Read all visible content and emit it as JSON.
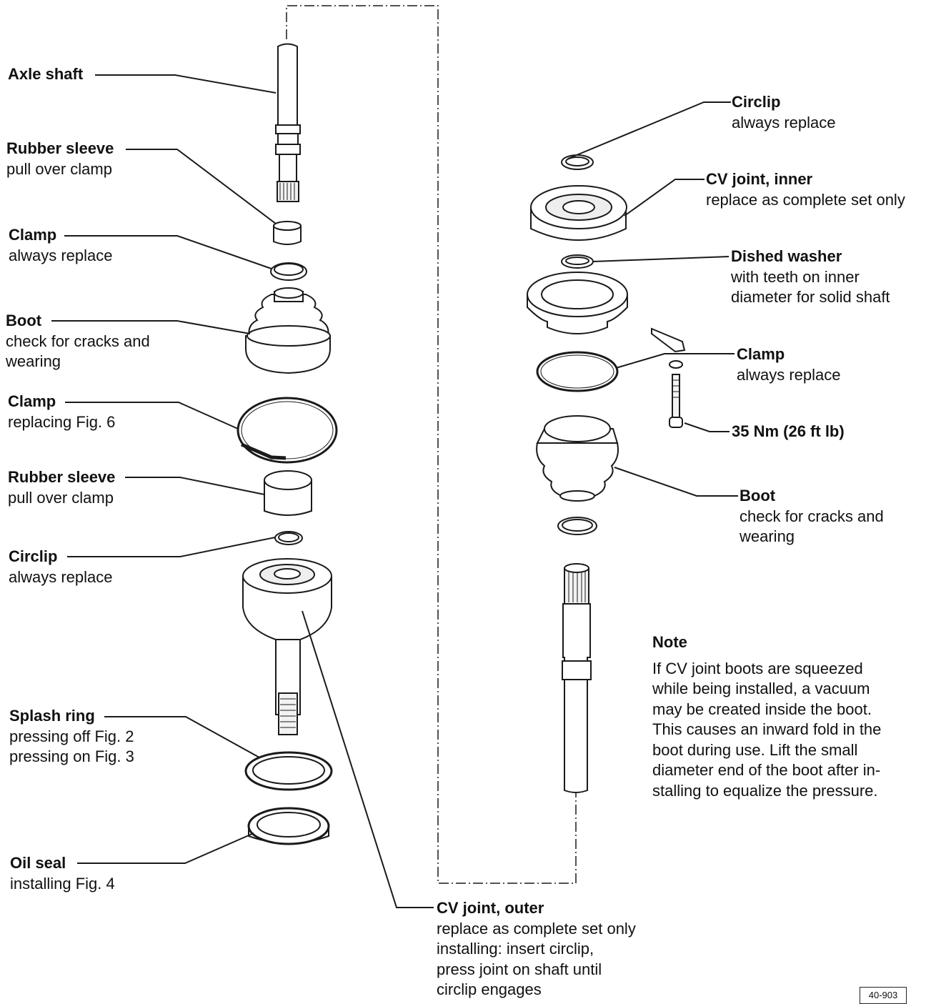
{
  "left_labels": [
    {
      "id": "axle-shaft",
      "title": "Axle shaft",
      "lines": []
    },
    {
      "id": "rubber-sleeve-1",
      "title": "Rubber sleeve",
      "lines": [
        "pull over clamp"
      ]
    },
    {
      "id": "clamp-1",
      "title": "Clamp",
      "lines": [
        "always replace"
      ]
    },
    {
      "id": "boot-1",
      "title": "Boot",
      "lines": [
        "check for cracks and",
        "wearing"
      ]
    },
    {
      "id": "clamp-2",
      "title": "Clamp",
      "lines": [
        "replacing Fig. 6"
      ]
    },
    {
      "id": "rubber-sleeve-2",
      "title": "Rubber sleeve",
      "lines": [
        "pull over clamp"
      ]
    },
    {
      "id": "circlip-1",
      "title": "Circlip",
      "lines": [
        "always replace"
      ]
    },
    {
      "id": "splash-ring",
      "title": "Splash ring",
      "lines": [
        "pressing off Fig. 2",
        "pressing on Fig. 3"
      ]
    },
    {
      "id": "oil-seal",
      "title": "Oil seal",
      "lines": [
        "installing Fig. 4"
      ]
    }
  ],
  "right_labels": [
    {
      "id": "circlip-2",
      "title": "Circlip",
      "lines": [
        "always replace"
      ]
    },
    {
      "id": "cv-inner",
      "title": "CV joint, inner",
      "lines": [
        "replace as complete set only"
      ]
    },
    {
      "id": "dished-washer",
      "title": "Dished washer",
      "lines": [
        "with teeth on inner",
        "diameter for solid shaft"
      ]
    },
    {
      "id": "clamp-3",
      "title": "Clamp",
      "lines": [
        "always replace"
      ]
    },
    {
      "id": "torque",
      "title": "35 Nm (26 ft lb)",
      "lines": []
    },
    {
      "id": "boot-2",
      "title": "Boot",
      "lines": [
        "check for cracks and",
        "wearing"
      ]
    }
  ],
  "bottom_label": {
    "id": "cv-outer",
    "title": "CV joint, outer",
    "lines": [
      "replace as complete set only",
      "installing: insert circlip,",
      "press joint on shaft until",
      "circlip engages"
    ]
  },
  "note": {
    "title": "Note",
    "lines": [
      "If CV joint boots are squeezed",
      "while being installed, a vacuum",
      "may be created inside the boot.",
      "This causes an inward fold in the",
      "boot during use. Lift the small",
      "diameter end of the boot after in-",
      "stalling to equalize the pressure."
    ]
  },
  "figure_number": "40-903"
}
